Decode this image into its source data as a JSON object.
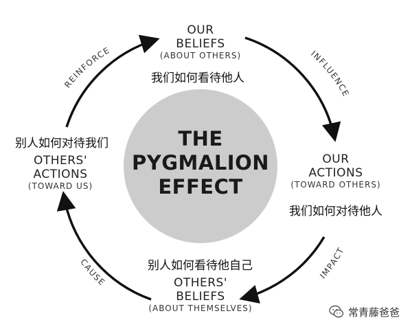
{
  "center": {
    "title_lines": [
      "THE",
      "PYGMALION",
      "EFFECT"
    ],
    "circle_color": "#cccccc"
  },
  "nodes": {
    "top": {
      "line1": "OUR",
      "line2": "BELIEFS",
      "sub": "(ABOUT OTHERS)",
      "chinese": "我们如何看待他人"
    },
    "right": {
      "line1": "OUR",
      "line2": "ACTIONS",
      "sub": "(TOWARD OTHERS)",
      "chinese": "我们如何对待他人"
    },
    "bottom": {
      "line1": "OTHERS'",
      "line2": "BELIEFS",
      "sub": "(ABOUT THEMSELVES)",
      "chinese": "别人如何看待他自己"
    },
    "left": {
      "line1": "OTHERS'",
      "line2": "ACTIONS",
      "sub": "(TOWARD US)",
      "chinese": "别人如何对待我们"
    }
  },
  "arrows": {
    "influence": "INFLUENCE",
    "impact": "IMPACT",
    "cause": "CAUSE",
    "reinforce": "REINFORCE"
  },
  "watermark": {
    "text": "常青藤爸爸",
    "icon": "wechat-icon"
  }
}
